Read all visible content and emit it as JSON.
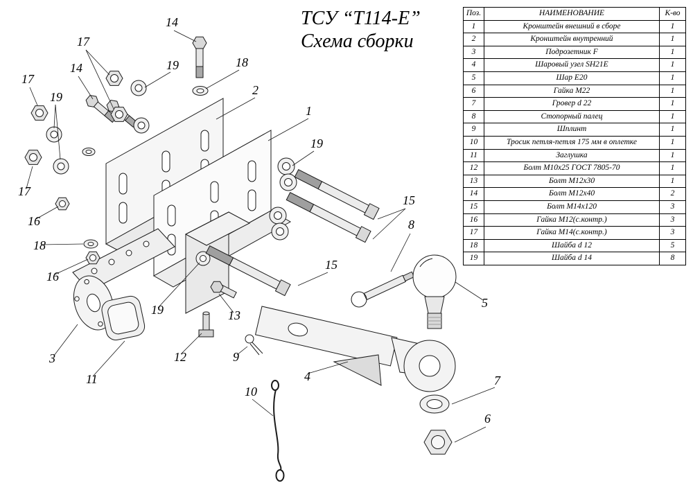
{
  "title": {
    "line1": "ТСУ “Т114-Е”",
    "line2": "Схема сборки"
  },
  "colors": {
    "line": "#1a1a1a",
    "background": "#ffffff",
    "metal_fill": "#f3f3f3"
  },
  "parts_table": {
    "headers": {
      "pos": "Поз.",
      "name": "НАИМЕНОВАНИЕ",
      "qty": "К-во"
    },
    "rows": [
      {
        "pos": "1",
        "name": "Кронштейн внешний в сборе",
        "qty": "1"
      },
      {
        "pos": "2",
        "name": "Кронштейн внутренний",
        "qty": "1"
      },
      {
        "pos": "3",
        "name": "Подрозетник F",
        "qty": "1"
      },
      {
        "pos": "4",
        "name": "Шаровый узел SH21E",
        "qty": "1"
      },
      {
        "pos": "5",
        "name": "Шар Е20",
        "qty": "1"
      },
      {
        "pos": "6",
        "name": "Гайка М22",
        "qty": "1"
      },
      {
        "pos": "7",
        "name": "Гровер d 22",
        "qty": "1"
      },
      {
        "pos": "8",
        "name": "Стопорный палец",
        "qty": "1"
      },
      {
        "pos": "9",
        "name": "Шплинт",
        "qty": "1"
      },
      {
        "pos": "10",
        "name": "Тросик петля-петля 175 мм в оплетке",
        "qty": "1"
      },
      {
        "pos": "11",
        "name": "Заглушка",
        "qty": "1"
      },
      {
        "pos": "12",
        "name": "Болт М10х25 ГОСТ 7805-70",
        "qty": "1"
      },
      {
        "pos": "13",
        "name": "Болт М12х30",
        "qty": "1"
      },
      {
        "pos": "14",
        "name": "Болт М12х40",
        "qty": "2"
      },
      {
        "pos": "15",
        "name": "Болт М14х120",
        "qty": "3"
      },
      {
        "pos": "16",
        "name": "Гайка М12(с.контр.)",
        "qty": "3"
      },
      {
        "pos": "17",
        "name": "Гайка М14(с.контр.)",
        "qty": "3"
      },
      {
        "pos": "18",
        "name": "Шайба d 12",
        "qty": "5"
      },
      {
        "pos": "19",
        "name": "Шайба d 14",
        "qty": "8"
      }
    ]
  },
  "callouts": [
    "14",
    "17",
    "14",
    "19",
    "18",
    "17",
    "19",
    "2",
    "1",
    "19",
    "17",
    "16",
    "18",
    "16",
    "19",
    "13",
    "3",
    "12",
    "9",
    "11",
    "4",
    "10",
    "15",
    "8",
    "5",
    "15",
    "7",
    "6"
  ]
}
